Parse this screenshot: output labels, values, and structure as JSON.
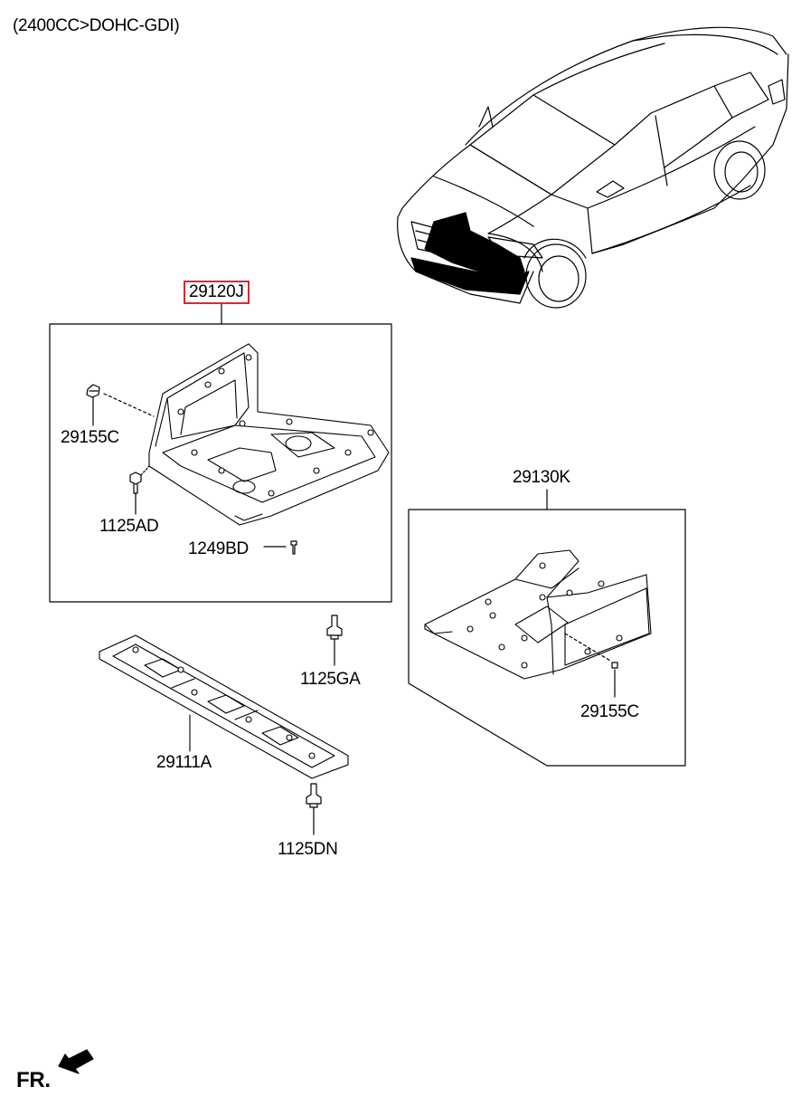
{
  "header": {
    "variant": "(2400CC>DOHC-GDI)"
  },
  "highlight_color": "#e0282e",
  "parts": {
    "p29120J": "29120J",
    "p29155C_a": "29155C",
    "p1125AD": "1125AD",
    "p1249BD": "1249BD",
    "p29130K": "29130K",
    "p29155C_b": "29155C",
    "p1125GA": "1125GA",
    "p29111A": "29111A",
    "p1125DN": "1125DN"
  },
  "footer": {
    "direction": "FR.",
    "arrow_icon": "front-arrow-icon"
  }
}
